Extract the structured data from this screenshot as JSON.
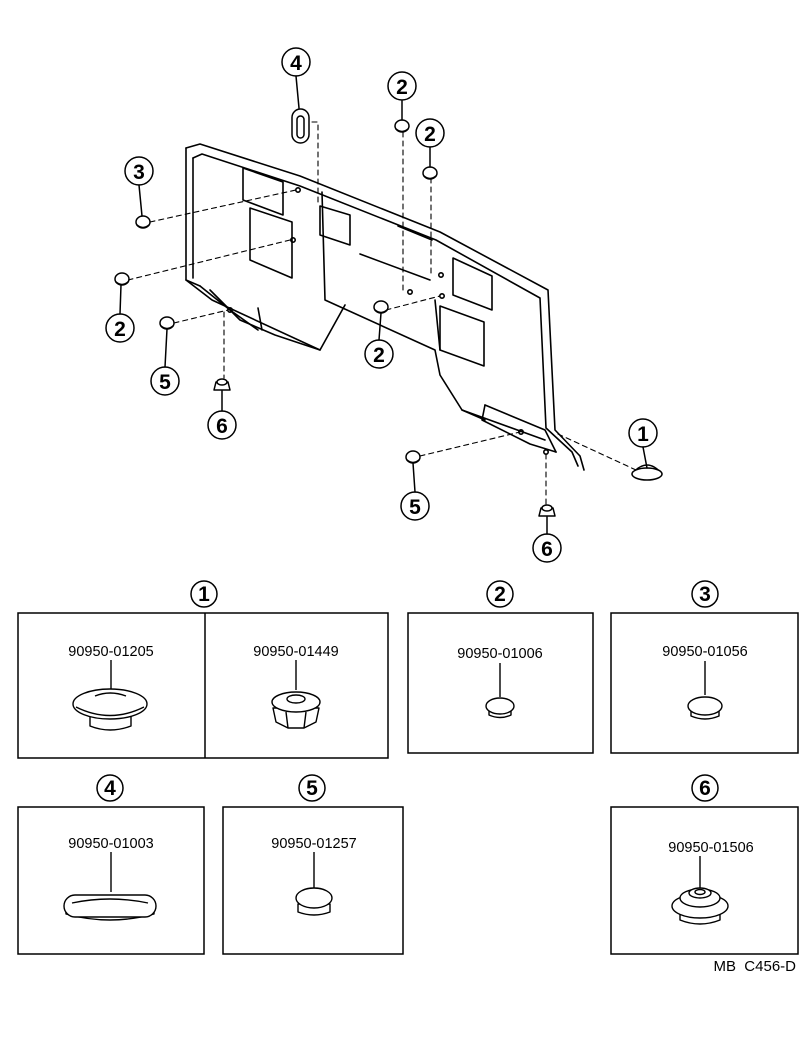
{
  "callouts": {
    "c1": "1",
    "c2a": "2",
    "c2b": "2",
    "c2c": "2",
    "c2d": "2",
    "c3": "3",
    "c4": "4",
    "c5a": "5",
    "c5b": "5",
    "c6a": "6",
    "c6b": "6"
  },
  "boxes": {
    "b1": {
      "label": "1",
      "parts": [
        "90950-01205",
        "90950-01449"
      ]
    },
    "b2": {
      "label": "2",
      "parts": [
        "90950-01006"
      ]
    },
    "b3": {
      "label": "3",
      "parts": [
        "90950-01056"
      ]
    },
    "b4": {
      "label": "4",
      "parts": [
        "90950-01003"
      ]
    },
    "b5": {
      "label": "5",
      "parts": [
        "90950-01257"
      ]
    },
    "b6": {
      "label": "6",
      "parts": [
        "90950-01506"
      ]
    }
  },
  "drawing_code": "MB  C456-D"
}
